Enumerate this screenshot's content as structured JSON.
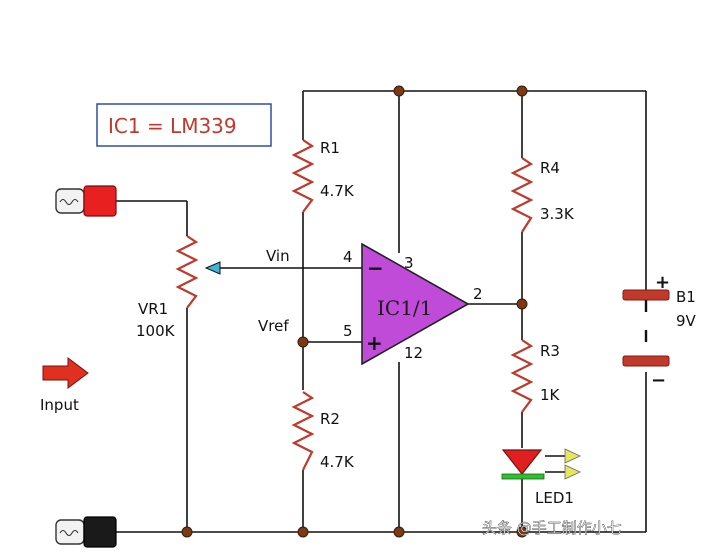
{
  "title": "IC1 = LM339",
  "components": {
    "r1": {
      "name": "R1",
      "value": "4.7K"
    },
    "r2": {
      "name": "R2",
      "value": "4.7K"
    },
    "r3": {
      "name": "R3",
      "value": "1K"
    },
    "r4": {
      "name": "R4",
      "value": "3.3K"
    },
    "vr1": {
      "name": "VR1",
      "value": "100K"
    },
    "ic": {
      "name": "IC1/1"
    },
    "battery": {
      "name": "B1",
      "value": "9V"
    },
    "led": {
      "name": "LED1"
    }
  },
  "signals": {
    "vin": "Vin",
    "vref": "Vref",
    "input": "Input"
  },
  "pins": {
    "inv": "4",
    "noninv": "5",
    "vcc": "3",
    "gnd": "12",
    "out": "2"
  },
  "polarity": {
    "minus": "−",
    "plus": "+",
    "bat_plus": "+",
    "bat_minus": "−"
  },
  "watermark": "头条 @手工制作小七",
  "colors": {
    "resistor": "#c0392b",
    "ic_fill": "#c04bd8",
    "led": "#e02020",
    "arrow": "#e03020",
    "node": "#7b3a16",
    "wire": "#111111"
  }
}
